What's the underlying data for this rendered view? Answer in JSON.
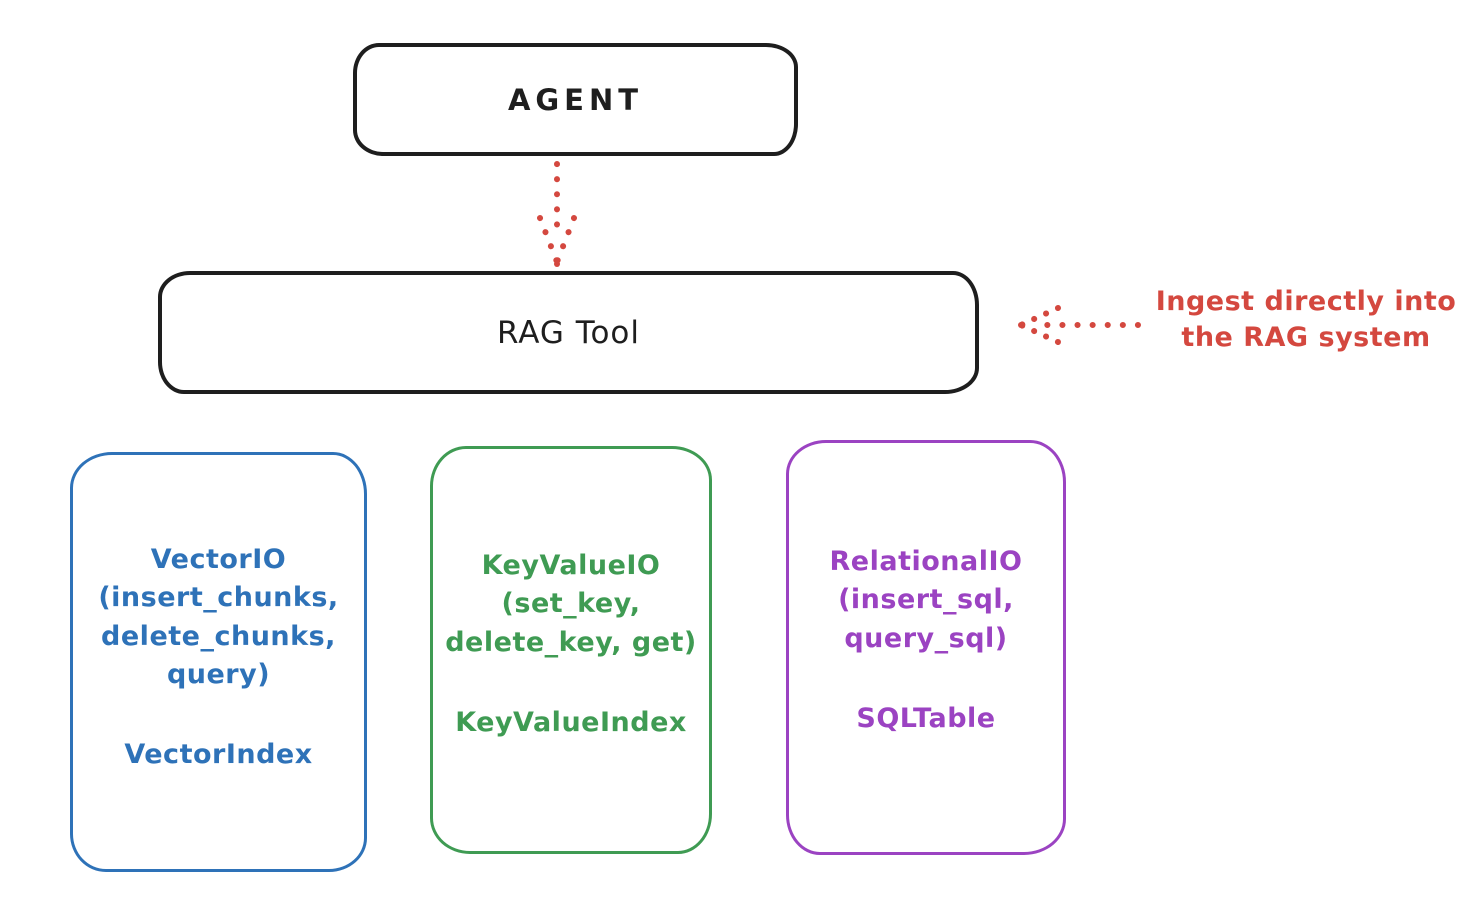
{
  "page": {
    "background": "#ffffff"
  },
  "agent_box": {
    "label": "AGENT"
  },
  "rag_tool_box": {
    "label": "RAG Tool"
  },
  "agent_to_rag_arrow": {
    "style": "dotted",
    "direction": "down",
    "color": "#d4483f"
  },
  "ingest_annotation": {
    "line1": "Ingest directly into",
    "line2": "the RAG system",
    "arrow_direction": "left",
    "color": "#d4483f"
  },
  "backends": [
    {
      "title_lines": [
        "VectorIO",
        "(insert_chunks,",
        "delete_chunks,",
        "query)"
      ],
      "index_label": "VectorIndex",
      "color": "#2e72b8"
    },
    {
      "title_lines": [
        "KeyValueIO",
        "(set_key,",
        "delete_key, get)"
      ],
      "index_label": "KeyValueIndex",
      "color": "#3f9b53"
    },
    {
      "title_lines": [
        "RelationalIO",
        "(insert_sql,",
        "query_sql)"
      ],
      "index_label": "SQLTable",
      "color": "#9b43c2"
    }
  ],
  "colors": {
    "stroke_black": "#1e1e1e",
    "accent_red": "#d4483f",
    "vector_blue": "#2e72b8",
    "keyvalue_green": "#3f9b53",
    "relational_purple": "#9b43c2"
  }
}
